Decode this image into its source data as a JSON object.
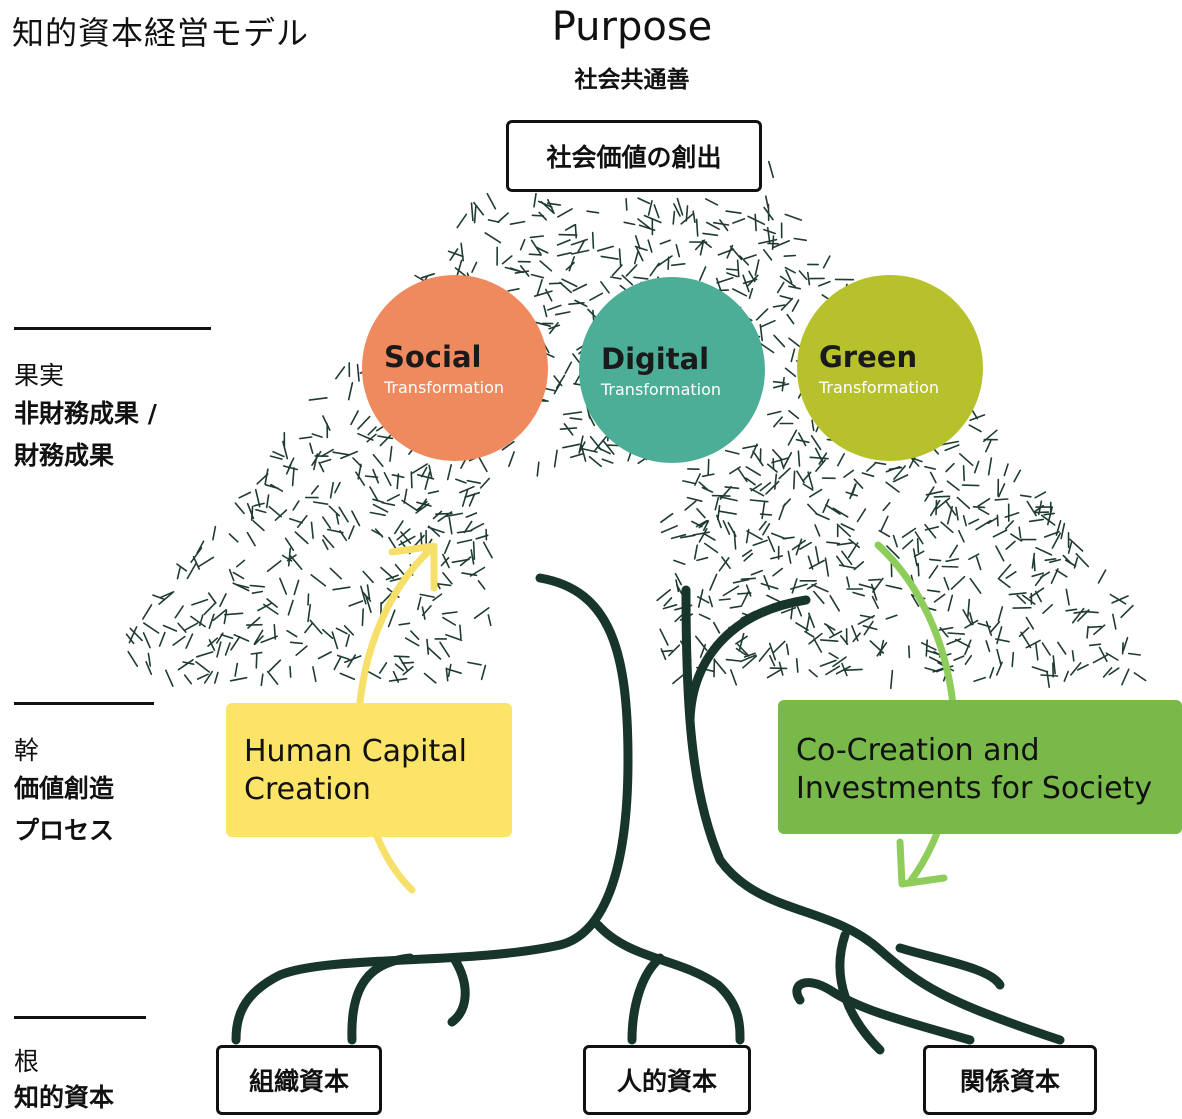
{
  "page_title": "知的資本経営モデル",
  "purpose": {
    "title": "Purpose",
    "subtitle": "社会共通善"
  },
  "top_box": "社会価値の創出",
  "side_labels": {
    "fruit": {
      "small": "果実",
      "bold_lines": [
        "非財務成果 /",
        "財務成果"
      ]
    },
    "trunk": {
      "small": "幹",
      "bold_lines": [
        "価値創造",
        "プロセス"
      ]
    },
    "root": {
      "small": "根",
      "bold_lines": [
        "知的資本"
      ]
    }
  },
  "circles": [
    {
      "big": "Social",
      "small": "Transformation",
      "color": "#ef8a5e"
    },
    {
      "big": "Digital",
      "small": "Transformation",
      "color": "#4cae96"
    },
    {
      "big": "Green",
      "small": "Transformation",
      "color": "#b7c12b"
    }
  ],
  "cards": {
    "left": {
      "lines": [
        "Human Capital",
        "Creation"
      ],
      "color": "#fbe468"
    },
    "right": {
      "lines": [
        "Co-Creation and",
        "Investments for Society"
      ],
      "color": "#78b94a"
    }
  },
  "bottom_boxes": [
    "組織資本",
    "人的資本",
    "関係資本"
  ],
  "colors": {
    "trunk": "#17352a",
    "leaf": "#1f3b2f",
    "arrow_left": "#f6e06a",
    "arrow_right": "#8fcd5a"
  }
}
